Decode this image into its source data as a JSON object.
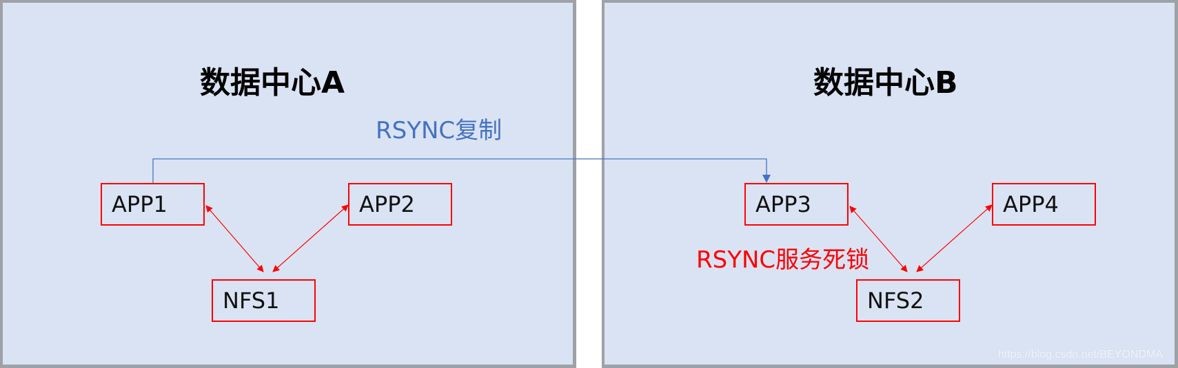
{
  "diagram": {
    "colors": {
      "panel_fill": "#dae3f3",
      "panel_border": "#9ea1a6",
      "node_border": "#ff0000",
      "link_red": "#ff0000",
      "link_blue": "#4472c4"
    },
    "datacenters": [
      {
        "id": "a",
        "title": "数据中心A"
      },
      {
        "id": "b",
        "title": "数据中心B"
      }
    ],
    "nodes": {
      "app1": "APP1",
      "app2": "APP2",
      "nfs1": "NFS1",
      "app3": "APP3",
      "app4": "APP4",
      "nfs2": "NFS2"
    },
    "edges": [
      {
        "from": "APP1",
        "to": "NFS1",
        "type": "bidirectional",
        "color": "red"
      },
      {
        "from": "APP2",
        "to": "NFS1",
        "type": "bidirectional",
        "color": "red"
      },
      {
        "from": "APP3",
        "to": "NFS2",
        "type": "bidirectional",
        "color": "red"
      },
      {
        "from": "APP4",
        "to": "NFS2",
        "type": "bidirectional",
        "color": "red"
      },
      {
        "from": "APP1",
        "to": "APP3",
        "type": "directed",
        "color": "blue",
        "label": "RSYNC复制"
      }
    ],
    "labels": {
      "rsync_copy": "RSYNC复制",
      "deadlock": "RSYNC服务死锁"
    },
    "watermark": "https://blog.csdn.net/BEYONDMA"
  }
}
